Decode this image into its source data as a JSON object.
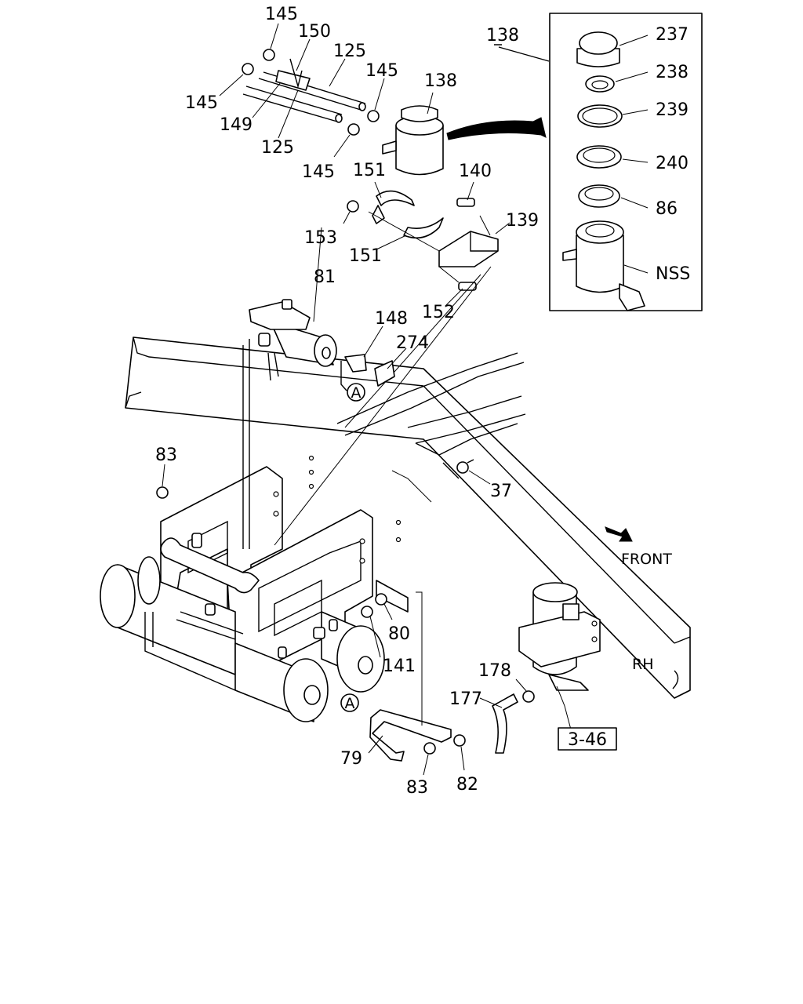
{
  "callouts": {
    "c145a": "145",
    "c150": "150",
    "c125a": "125",
    "c145b": "145",
    "c138a": "138",
    "c145c": "145",
    "c149": "149",
    "c125b": "125",
    "c145d": "145",
    "c151a": "151",
    "c140": "140",
    "c153": "153",
    "c139": "139",
    "c151b": "151",
    "c152": "152",
    "c81": "81",
    "c148": "148",
    "c274": "274",
    "c83a": "83",
    "c37": "37",
    "c80": "80",
    "c141": "141",
    "c178": "178",
    "c177": "177",
    "c79": "79",
    "c83b": "83",
    "c82": "82",
    "c138b": "138",
    "c237": "237",
    "c238": "238",
    "c239": "239",
    "c240": "240",
    "c86": "86",
    "cNSS": "NSS"
  },
  "markers": {
    "a1": "A",
    "a2": "A"
  },
  "labels": {
    "front": "FRONT",
    "rh": "RH",
    "ref": "3-46"
  }
}
